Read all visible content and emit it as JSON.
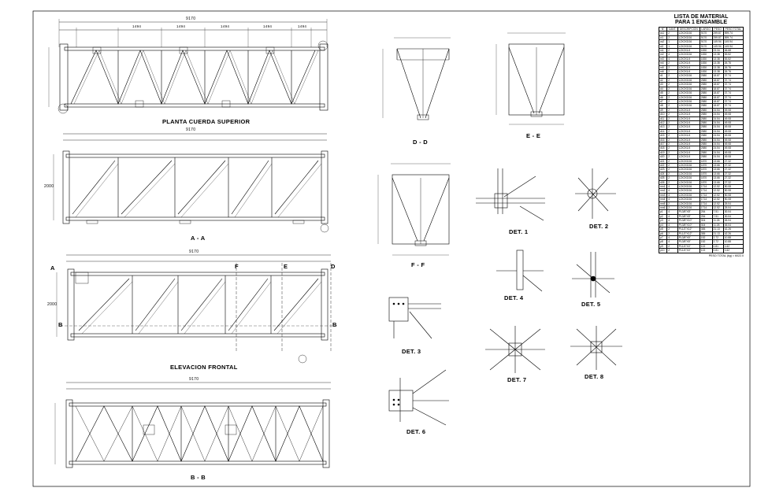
{
  "sheet": {
    "views": {
      "planta": "PLANTA CUERDA SUPERIOR",
      "aa": "A - A",
      "elevacion": "ELEVACION FRONTAL",
      "bb": "B - B",
      "dd": "D - D",
      "ee": "E - E",
      "ff": "F - F"
    },
    "details": {
      "det1": "DET. 1",
      "det2": "DET. 2",
      "det3": "DET. 3",
      "det4": "DET. 4",
      "det5": "DET. 5",
      "det6": "DET. 6",
      "det7": "DET. 7",
      "det8": "DET. 8"
    },
    "section_markers": {
      "a": "A",
      "b": "B",
      "d": "D",
      "e": "E",
      "f": "F"
    },
    "overall_span": "9170",
    "height_dim": "2000",
    "panel_dims": [
      "1494",
      "1494",
      "1494",
      "1494",
      "1494"
    ]
  },
  "bom": {
    "title_line1": "LISTA DE MATERIAL",
    "title_line2": "PARA 1 ENSAMBLE",
    "columns": [
      "N°",
      "CANT.",
      "DESCRIPCION",
      "LARGO",
      "PESO",
      "PESO TOTAL"
    ],
    "rows": [
      [
        "cs1",
        "2",
        "L2X2X3/16",
        "9170",
        "299.87",
        "599.74"
      ],
      [
        "ci1",
        "2",
        "L2X2X3/16",
        "9170",
        "299.87",
        "599.74"
      ],
      [
        "cs2",
        "1",
        "L2X2X3/16",
        "9170",
        "149.94",
        "149.94"
      ],
      [
        "ci2",
        "1",
        "L2X2X3/16",
        "9170",
        "149.94",
        "149.94"
      ],
      [
        "m1",
        "2",
        "L2X2X1/4",
        "1830",
        "23.34",
        "46.68"
      ],
      [
        "m2",
        "4",
        "L2X2X3/16",
        "1830",
        "13.38",
        "53.52"
      ],
      [
        "m3",
        "4",
        "L2X2X1/4",
        "1830",
        "13.38",
        "53.52"
      ],
      [
        "m4",
        "2",
        "L2X2X1/4",
        "1830",
        "13.38",
        "26.76"
      ],
      [
        "m5",
        "2",
        "L2X2X1/4",
        "1830",
        "13.38",
        "26.76"
      ],
      [
        "m6",
        "2",
        "L2X2X1/4",
        "1830",
        "13.38",
        "26.76"
      ],
      [
        "d1",
        "2",
        "L2X2X3/16",
        "2580",
        "18.87",
        "37.74"
      ],
      [
        "d2",
        "2",
        "L2X2X3/16",
        "2580",
        "18.87",
        "37.74"
      ],
      [
        "d3",
        "2",
        "L2X2X3/16",
        "2580",
        "18.87",
        "37.74"
      ],
      [
        "d4",
        "2",
        "L2X2X3/16",
        "2580",
        "18.87",
        "37.74"
      ],
      [
        "d5",
        "2",
        "L2X2X3/16",
        "2580",
        "18.87",
        "37.74"
      ],
      [
        "d6",
        "2",
        "L2X2X3/16",
        "2580",
        "18.87",
        "37.74"
      ],
      [
        "d7",
        "2",
        "L2X2X3/16",
        "2580",
        "18.87",
        "37.74"
      ],
      [
        "d8",
        "2",
        "L2X2X3/16",
        "2580",
        "18.87",
        "37.74"
      ],
      [
        "d9",
        "2",
        "L2X2X1/4",
        "2580",
        "24.54",
        "49.08"
      ],
      [
        "d10",
        "2",
        "L2X2X1/4",
        "2580",
        "24.54",
        "49.08"
      ],
      [
        "d11",
        "2",
        "L2X2X1/4",
        "2580",
        "24.54",
        "49.08"
      ],
      [
        "d12",
        "2",
        "L2X2X1/4",
        "2580",
        "24.54",
        "49.08"
      ],
      [
        "d13",
        "2",
        "L2X2X1/4",
        "2580",
        "24.54",
        "49.08"
      ],
      [
        "d14",
        "2",
        "L2X2X1/4",
        "2580",
        "24.54",
        "49.08"
      ],
      [
        "d15",
        "2",
        "L2X2X1/4",
        "2580",
        "24.54",
        "49.08"
      ],
      [
        "d16",
        "2",
        "L2X2X1/4",
        "2580",
        "24.54",
        "49.08"
      ],
      [
        "d17",
        "2",
        "L2X2X1/4",
        "2580",
        "24.54",
        "49.08"
      ],
      [
        "d18",
        "2",
        "L2X2X1/4",
        "2580",
        "24.54",
        "49.08"
      ],
      [
        "d19",
        "2",
        "L2X2X1/4",
        "2580",
        "24.54",
        "49.08"
      ],
      [
        "d20",
        "2",
        "L2X2X1/4",
        "2580",
        "24.54",
        "49.08"
      ],
      [
        "d21",
        "2",
        "L2X2X3/16",
        "1870",
        "13.66",
        "27.32"
      ],
      [
        "d22",
        "2",
        "L2X2X3/16",
        "1870",
        "13.66",
        "27.32"
      ],
      [
        "d23",
        "2",
        "L2X2X3/16",
        "1870",
        "13.66",
        "27.32"
      ],
      [
        "d24",
        "2",
        "L2X2X3/16",
        "1870",
        "13.66",
        "27.32"
      ],
      [
        "d25",
        "2",
        "L2X2X3/16",
        "1870",
        "13.66",
        "27.32"
      ],
      [
        "d26",
        "2",
        "L2X2X3/16",
        "1870",
        "13.66",
        "27.32"
      ],
      [
        "mn1",
        "4",
        "L2X2X3/16",
        "1714",
        "12.52",
        "50.08"
      ],
      [
        "mn2",
        "4",
        "L2X2X3/16",
        "1714",
        "12.52",
        "50.08"
      ],
      [
        "mn3",
        "4",
        "L2X2X3/16",
        "1714",
        "12.52",
        "50.08"
      ],
      [
        "mn4",
        "4",
        "L2X2X3/16",
        "1714",
        "12.52",
        "50.08"
      ],
      [
        "mn5",
        "2",
        "L2X2X3/16",
        "1714",
        "12.52",
        "25.04"
      ],
      [
        "mn6",
        "2",
        "L2X2X3/16",
        "1714",
        "12.52",
        "25.04"
      ],
      [
        "p1",
        "4",
        "PL3/8\"X8\"",
        "254",
        "7.51",
        "30.04"
      ],
      [
        "p2",
        "4",
        "PL3/8\"X8\"",
        "254",
        "7.51",
        "30.04"
      ],
      [
        "p3",
        "4",
        "PL3/8\"X10\"",
        "304",
        "11.26",
        "45.04"
      ],
      [
        "p4",
        "4",
        "PL3/8\"X10\"",
        "304",
        "11.26",
        "45.04"
      ],
      [
        "p5",
        "2",
        "PL1/2\"X12\"",
        "355",
        "21.13",
        "42.26"
      ],
      [
        "p6",
        "2",
        "PL1/2\"X12\"",
        "355",
        "21.13",
        "42.26"
      ],
      [
        "p7",
        "4",
        "PL3/8\"X6\"",
        "152",
        "2.72",
        "10.88"
      ],
      [
        "p8",
        "4",
        "PL3/8\"X6\"",
        "152",
        "2.72",
        "10.88"
      ],
      [
        "p9",
        "2",
        "PL1/4\"X4\"",
        "102",
        "0.81",
        "1.62"
      ],
      [
        "p10",
        "2",
        "PL1/4\"X4\"",
        "102",
        "0.81",
        "1.62"
      ]
    ],
    "total": "PESO TOTAL (kg) = 6022.0"
  }
}
